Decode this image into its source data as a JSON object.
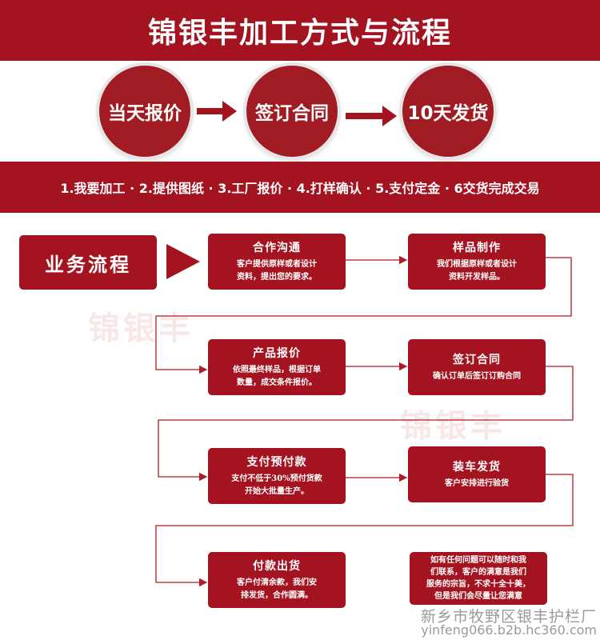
{
  "header": {
    "title": "锦银丰加工方式与流程"
  },
  "process": {
    "circles": [
      "当天报价",
      "签订合同",
      "10天发货"
    ]
  },
  "steps_banner": "1.我要加工 · 2.提供图纸 · 3.工厂报价 · 4.打样确认 · 5.支付定金 · 6交货完成交易",
  "flow": {
    "label": "业务流程",
    "steps": [
      {
        "title": "合作沟通",
        "body": [
          "客户提供原样或者设计",
          "资料，提出您的要求。"
        ]
      },
      {
        "title": "样品制作",
        "body": [
          "我们根据原样或者设计",
          "资料开发样品。"
        ]
      },
      {
        "title": "产品报价",
        "body": [
          "依照最终样品，根据订单",
          "数量，成交条件报价。"
        ]
      },
      {
        "title": "签订合同",
        "body": [
          "确认订单后签订订购合同"
        ]
      },
      {
        "title": "支付预付款",
        "body": [
          "支付不低于30%预付货款",
          "开始大批量生产。"
        ]
      },
      {
        "title": "装车发货",
        "body": [
          "客户安排进行验货"
        ]
      },
      {
        "title": "付款出货",
        "body": [
          "客户付清余款，我们安",
          "排发货，合作圆满。"
        ]
      }
    ],
    "note": [
      "如有任何问题可以随时和我",
      "们联系，客户的满意是我们",
      "服务的宗旨，不求十全十美，",
      "但是我们会尽量让您满意"
    ]
  },
  "watermark": "锦银丰",
  "footer": {
    "company": "新乡市牧野区银丰护栏厂",
    "url": "yinfeng066.b2b.hc360.com"
  },
  "colors": {
    "primary": "#a31320",
    "connector": "#b01a24"
  }
}
